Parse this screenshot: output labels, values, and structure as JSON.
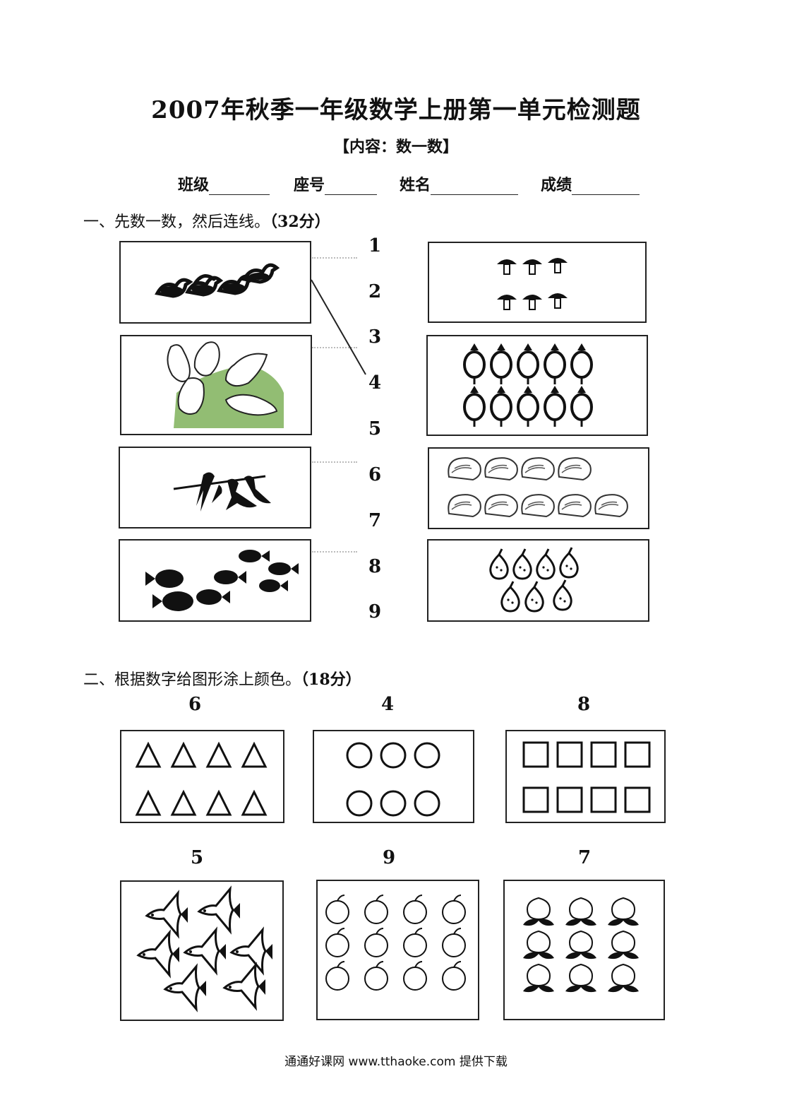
{
  "title": "2007年秋季一年级数学上册第一单元检测题",
  "subtitle": "【内容：数一数】",
  "info": {
    "class_label": "班级",
    "seat_label": "座号",
    "name_label": "姓名",
    "score_label": "成绩"
  },
  "section1": {
    "heading": "一、先数一数，然后连线。",
    "points": "（32分）",
    "numbers": [
      "1",
      "2",
      "3",
      "4",
      "5",
      "6",
      "7",
      "8",
      "9"
    ],
    "left_pictures": [
      "ducks",
      "pigeons",
      "swallows",
      "fish"
    ],
    "right_pictures": [
      "mushrooms",
      "radishes",
      "cabbages",
      "pears"
    ]
  },
  "section2": {
    "heading": "二、根据数字给图形涂上颜色。",
    "points": "（18分）",
    "panels": [
      {
        "number": "6",
        "shape": "triangle",
        "count": 8
      },
      {
        "number": "4",
        "shape": "circle",
        "count": 6
      },
      {
        "number": "8",
        "shape": "square",
        "count": 8
      },
      {
        "number": "5",
        "shape": "fish",
        "count": 7
      },
      {
        "number": "9",
        "shape": "apple",
        "count": 12
      },
      {
        "number": "7",
        "shape": "peach",
        "count": 9
      }
    ]
  },
  "footer": "通通好课网  www.tthaoke.com  提供下载"
}
